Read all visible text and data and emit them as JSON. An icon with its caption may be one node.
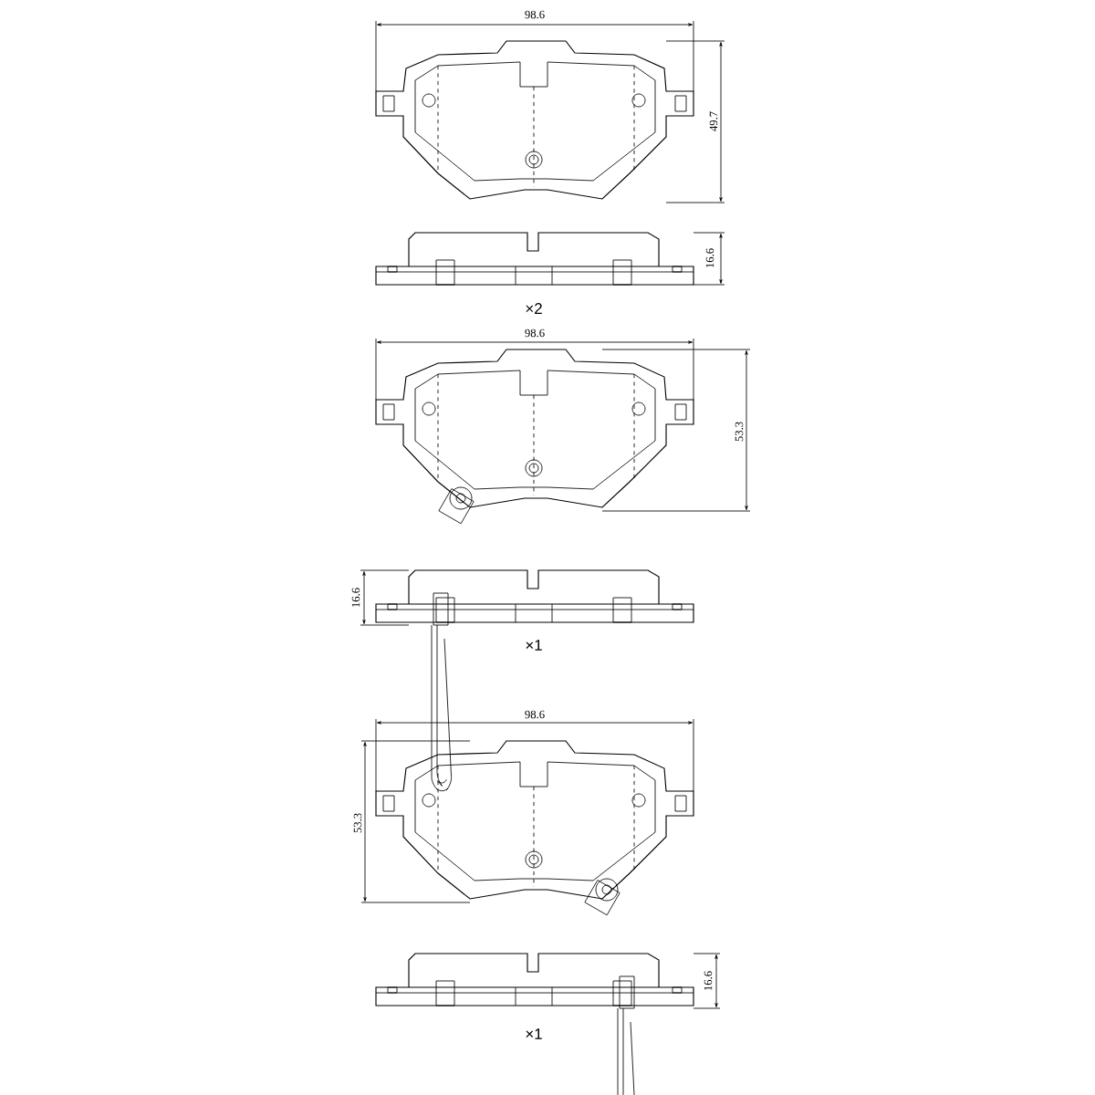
{
  "diagram": {
    "labels": [
      "98.6",
      "49.7",
      "16.6",
      "×2",
      "98.6",
      "53.3",
      "16.6",
      "×1",
      "98.6",
      "53.3",
      "16.6",
      "×1"
    ]
  }
}
